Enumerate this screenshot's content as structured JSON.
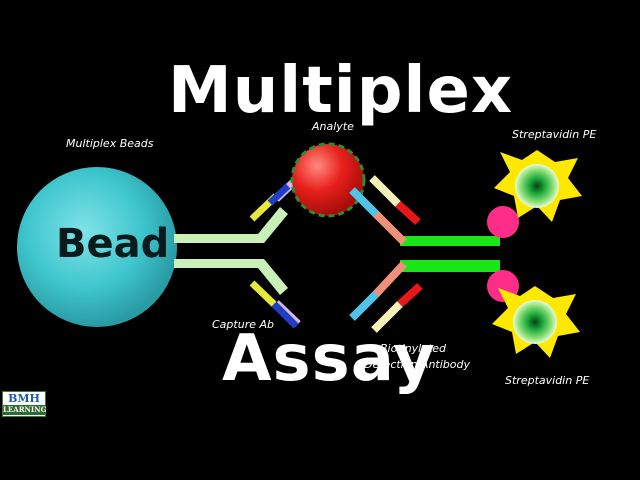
{
  "title": {
    "line1": "Multiplex",
    "line2": "Assay"
  },
  "labels": {
    "multiplex_beads": "Multiplex Beads",
    "bead": "Bead",
    "capture_ab": "Capture Ab",
    "analyte": "Analyte",
    "biotinylated": "Biotinylated",
    "detection_antibody": "Detection Antibody",
    "streptavidin_top": "Streptavidin PE",
    "streptavidin_bottom": "Streptavidin PE"
  },
  "logo": {
    "main": "BMH",
    "sub": "LEARNING"
  },
  "colors": {
    "background": "#000000",
    "bead": "#3ec6cc",
    "capture_arm": "#c8f0b8",
    "analyte": "#e8201c",
    "analyte_border": "#2e8b2e",
    "detection_arm": "#19e619",
    "biotin": "#ff2d8a",
    "star": "#ffe800",
    "pe_core": "#1aa83a"
  }
}
